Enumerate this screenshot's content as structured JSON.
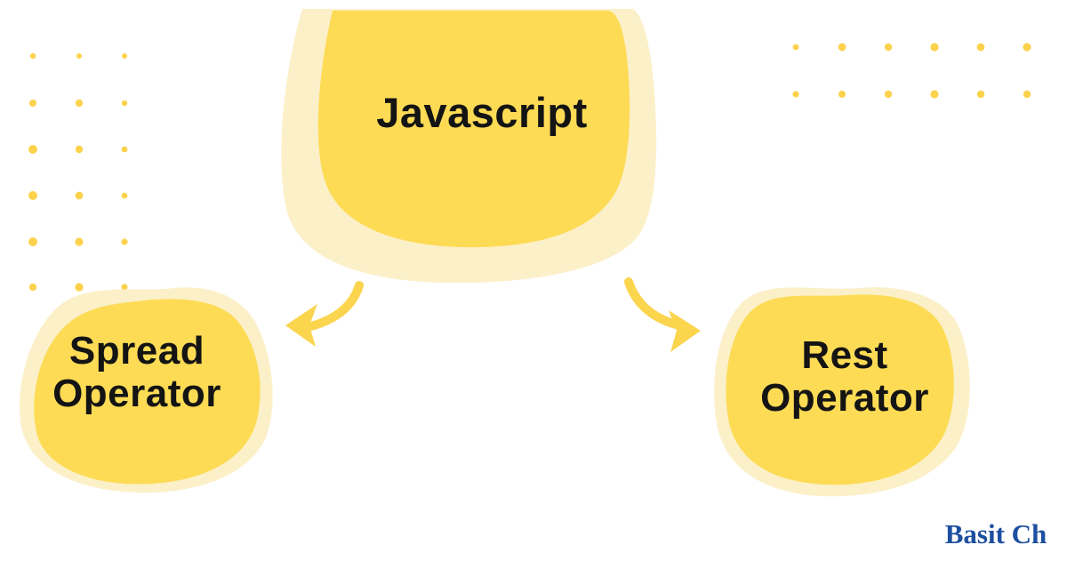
{
  "diagram": {
    "root": {
      "label": "Javascript"
    },
    "children": [
      {
        "label": "Spread Operator"
      },
      {
        "label": "Rest Operator"
      }
    ]
  },
  "signature": {
    "text": "Basit Ch"
  },
  "icons": {
    "left_arrow": "curved-arrow-down-left-icon",
    "right_arrow": "curved-arrow-down-right-icon"
  },
  "colors": {
    "blob_yellow": "#FDDB55",
    "blob_halo": "#FCF0C9",
    "dot_yellow": "#FCD24D",
    "arrow_yellow": "#FBD54E",
    "label_text": "#141414",
    "signature_blue": "#1D4FA0"
  }
}
